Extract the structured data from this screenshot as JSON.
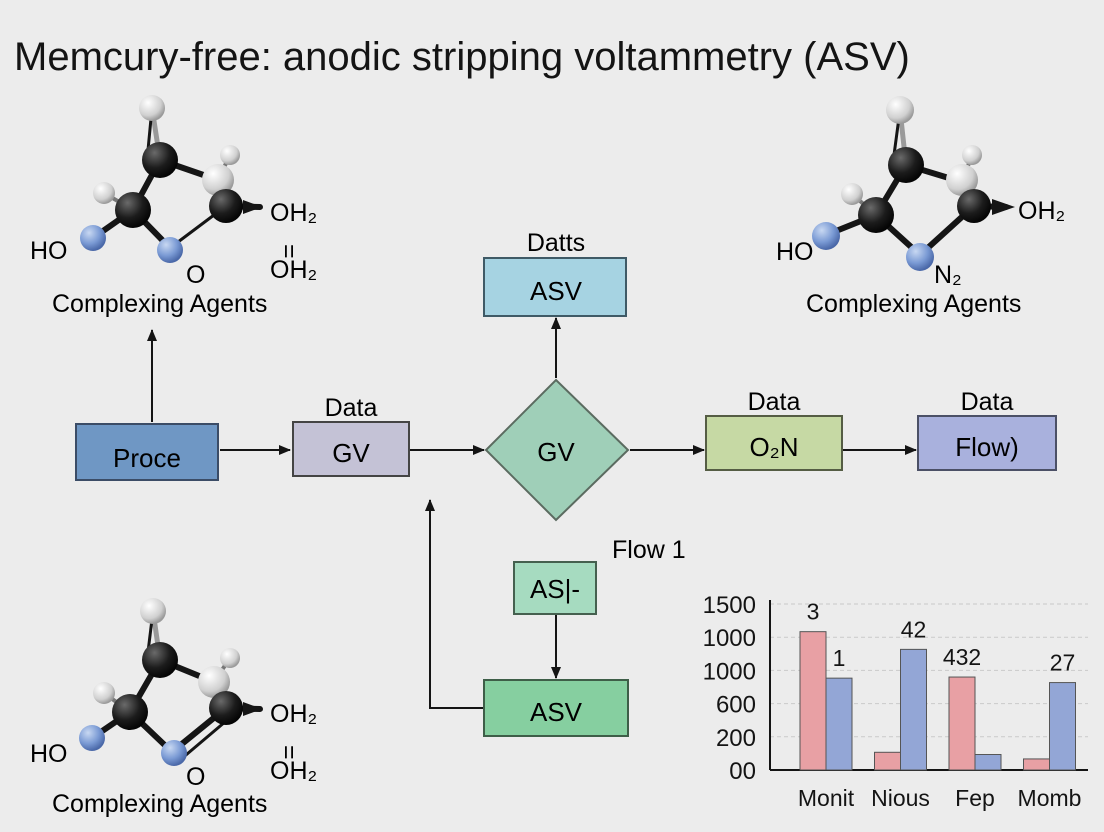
{
  "title": "Memcury-free: anodic stripping voltammetry (ASV)",
  "molecules": {
    "top_left": {
      "label_ho": "HO",
      "label_o": "O",
      "label_oh2_top": "OH₂",
      "label_eq": "=",
      "label_oh2_bottom": "OH₂",
      "caption": "Complexing Agents"
    },
    "top_right": {
      "label_ho": "HO",
      "label_n2": "N₂",
      "label_oh2": "OH₂",
      "caption": "Complexing Agents"
    },
    "bottom_left": {
      "label_ho": "HO",
      "label_o": "O",
      "label_oh2_top": "OH₂",
      "label_eq": "=",
      "label_oh2_bottom": "OH₂",
      "caption": "Complexing Agents"
    }
  },
  "flow": {
    "proce": {
      "text": "Proce",
      "fill": "#6f97c4"
    },
    "gv_box": {
      "header": "Data",
      "text": "GV",
      "fill": "#c4c2d6"
    },
    "diamond": {
      "text": "GV",
      "fill": "#9fcfb8"
    },
    "asv_top": {
      "header": "Datts",
      "text": "ASV",
      "fill": "#a6d3e2"
    },
    "o2n": {
      "header": "Data",
      "text": "O₂N",
      "fill": "#c6d9a4"
    },
    "flow_box": {
      "header": "Data",
      "text": "Flow)",
      "fill": "#a9b1dd"
    },
    "flow1_label": "Flow 1",
    "as_box": {
      "text": "AS|-",
      "fill": "#a6dbc0"
    },
    "asv_bottom": {
      "text": "ASV",
      "fill": "#86cfa0"
    }
  },
  "chart_data": {
    "type": "bar",
    "y_tick_labels": [
      "1500",
      "1000",
      "1000",
      "600",
      "200",
      "00"
    ],
    "categories": [
      "Monit",
      "Nious",
      "Fep",
      "Momb"
    ],
    "ylim": [
      0,
      1500
    ],
    "series": [
      {
        "color": "#e8a0a4",
        "values": [
          1250,
          160,
          840,
          100
        ]
      },
      {
        "color": "#93a6d6",
        "values": [
          830,
          1090,
          140,
          790
        ]
      }
    ],
    "data_labels": [
      {
        "text": "3",
        "category": 0,
        "series": 0
      },
      {
        "text": "1",
        "category": 0,
        "series": 1
      },
      {
        "text": "42",
        "category": 1,
        "series": 1
      },
      {
        "text": "432",
        "category": 2,
        "series": 0
      },
      {
        "text": "27",
        "category": 3,
        "series": 1
      }
    ],
    "grid": true
  }
}
